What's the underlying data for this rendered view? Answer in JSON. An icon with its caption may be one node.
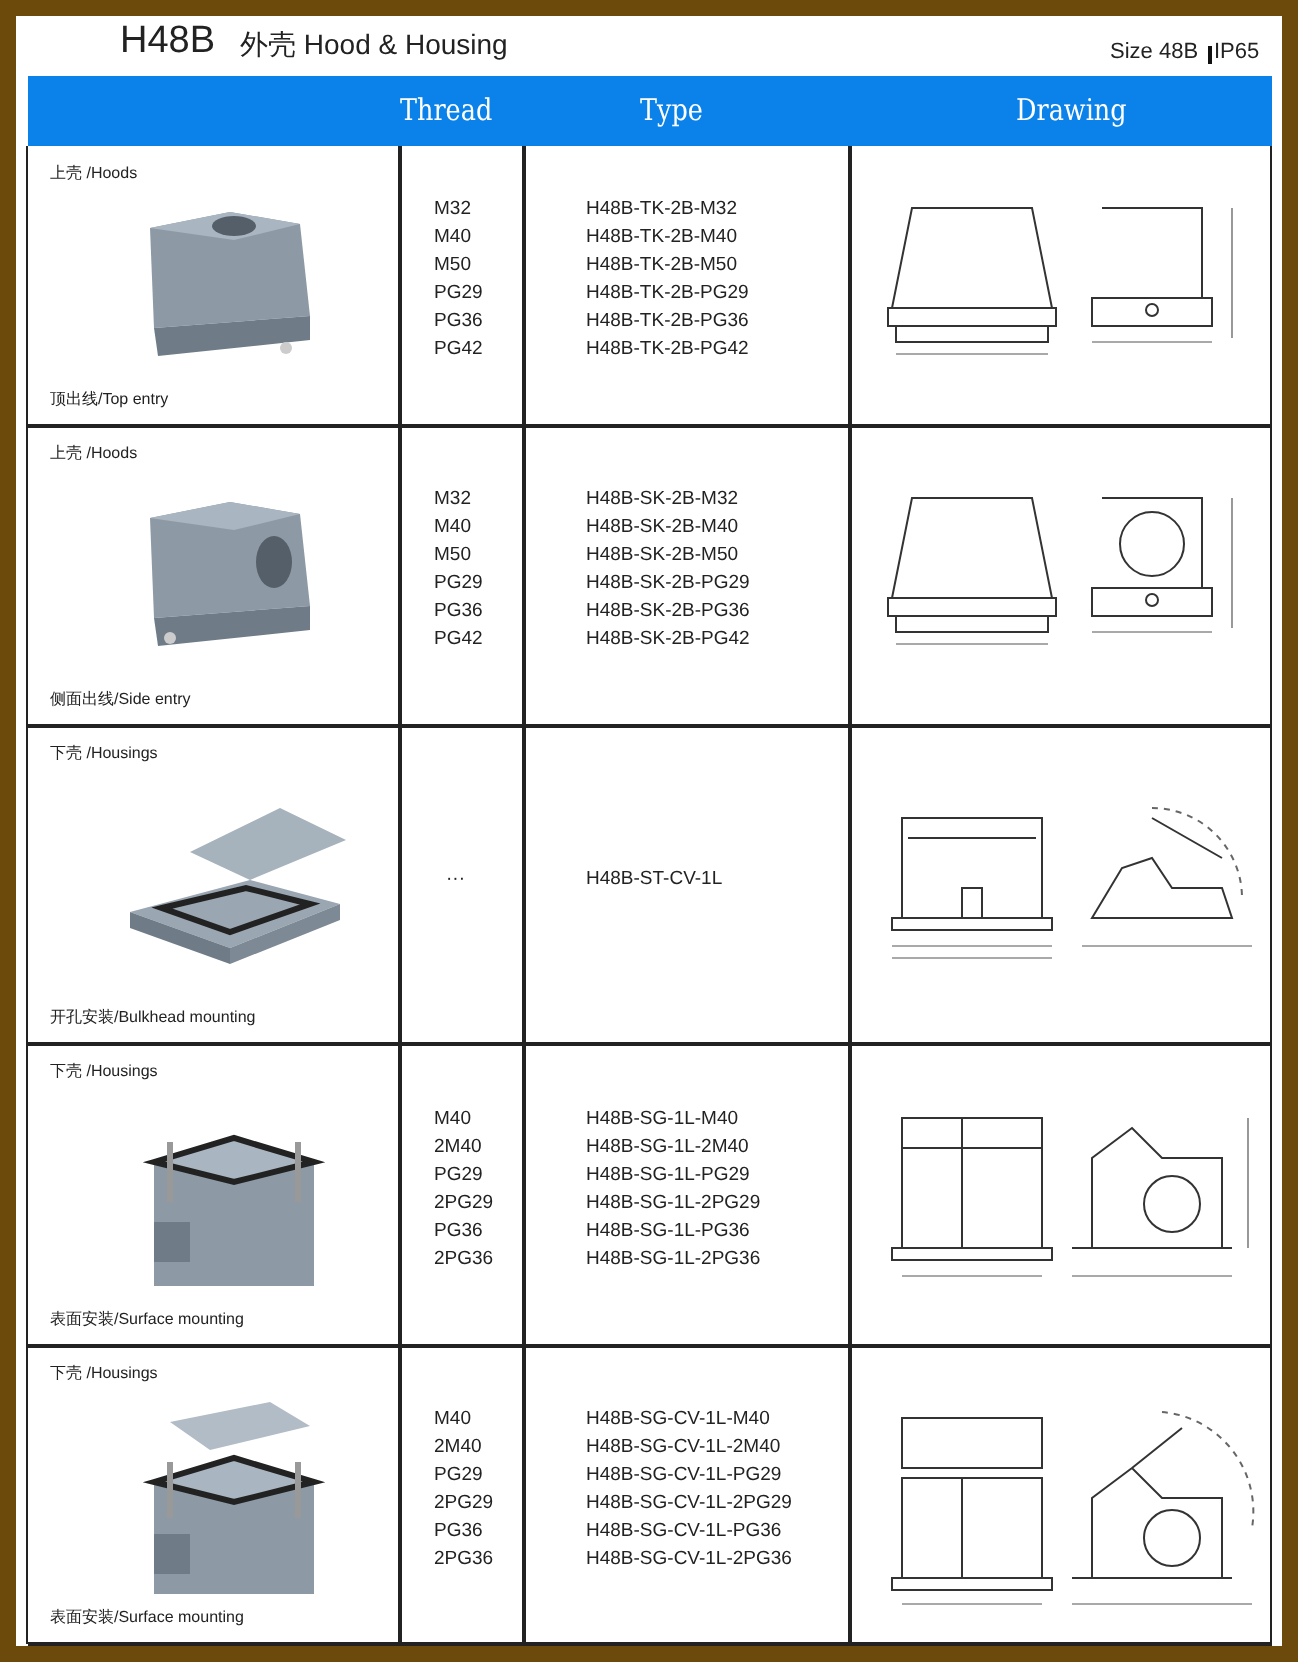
{
  "diagram": {
    "title": "H48B",
    "labels": [
      "外壳 Hood & Housing",
      "Size 48B",
      "IP65",
      "Thread",
      "Type",
      "Drawing"
    ],
    "nodes": [
      {
        "text": [
          "上壳 /Hoods",
          "顶出线/Top entry"
        ]
      },
      {
        "text": [
          "M32",
          "M40",
          "M50",
          "PG29",
          "PG36",
          "PG42"
        ]
      },
      {
        "text": [
          "H48B-TK-2B-M32",
          "H48B-TK-2B-M40",
          "H48B-TK-2B-M50",
          "H48B-TK-2B-PG29",
          "H48B-TK-2B-PG36",
          "H48B-TK-2B-PG42"
        ]
      },
      {
        "text": [],
        "shape": "picture"
      },
      {
        "text": [
          "上壳 /Hoods",
          "侧面出线/Side entry"
        ]
      },
      {
        "text": [
          "M32",
          "M40",
          "M50",
          "PG29",
          "PG36",
          "PG42"
        ]
      },
      {
        "text": [
          "H48B-SK-2B-M32",
          "H48B-SK-2B-M40",
          "H48B-SK-2B-M50",
          "H48B-SK-2B-PG29",
          "H48B-SK-2B-PG36",
          "H48B-SK-2B-PG42"
        ]
      },
      {
        "text": [],
        "shape": "picture"
      },
      {
        "text": [
          "下壳 /Housings",
          "开孔安装/Bulkhead mounting"
        ]
      },
      {
        "text": [
          "···"
        ]
      },
      {
        "text": [
          "H48B-ST-CV-1L"
        ]
      },
      {
        "text": [],
        "shape": "picture"
      },
      {
        "text": [
          "下壳 /Housings",
          "表面安装/Surface mounting"
        ]
      },
      {
        "text": [
          "M40",
          "2M40",
          "PG29",
          "2PG29",
          "PG36",
          "2PG36"
        ]
      },
      {
        "text": [
          "H48B-SG-1L-M40",
          "H48B-SG-1L-2M40",
          "H48B-SG-1L-PG29",
          "H48B-SG-1L-2PG29",
          "H48B-SG-1L-PG36",
          "H48B-SG-1L-2PG36"
        ]
      },
      {
        "text": [],
        "shape": "picture"
      },
      {
        "text": [
          "下壳 /Housings",
          "表面安装/Surface mounting"
        ]
      },
      {
        "text": [
          "M40",
          "2M40",
          "PG29",
          "2PG29",
          "PG36",
          "2PG36"
        ]
      },
      {
        "text": [
          "H48B-SG-CV-1L-M40",
          "H48B-SG-CV-1L-2M40",
          "H48B-SG-CV-1L-PG29",
          "H48B-SG-CV-1L-2PG29",
          "H48B-SG-CV-1L-PG36",
          "H48B-SG-CV-1L-2PG36"
        ]
      },
      {
        "text": [],
        "shape": "picture"
      }
    ]
  }
}
